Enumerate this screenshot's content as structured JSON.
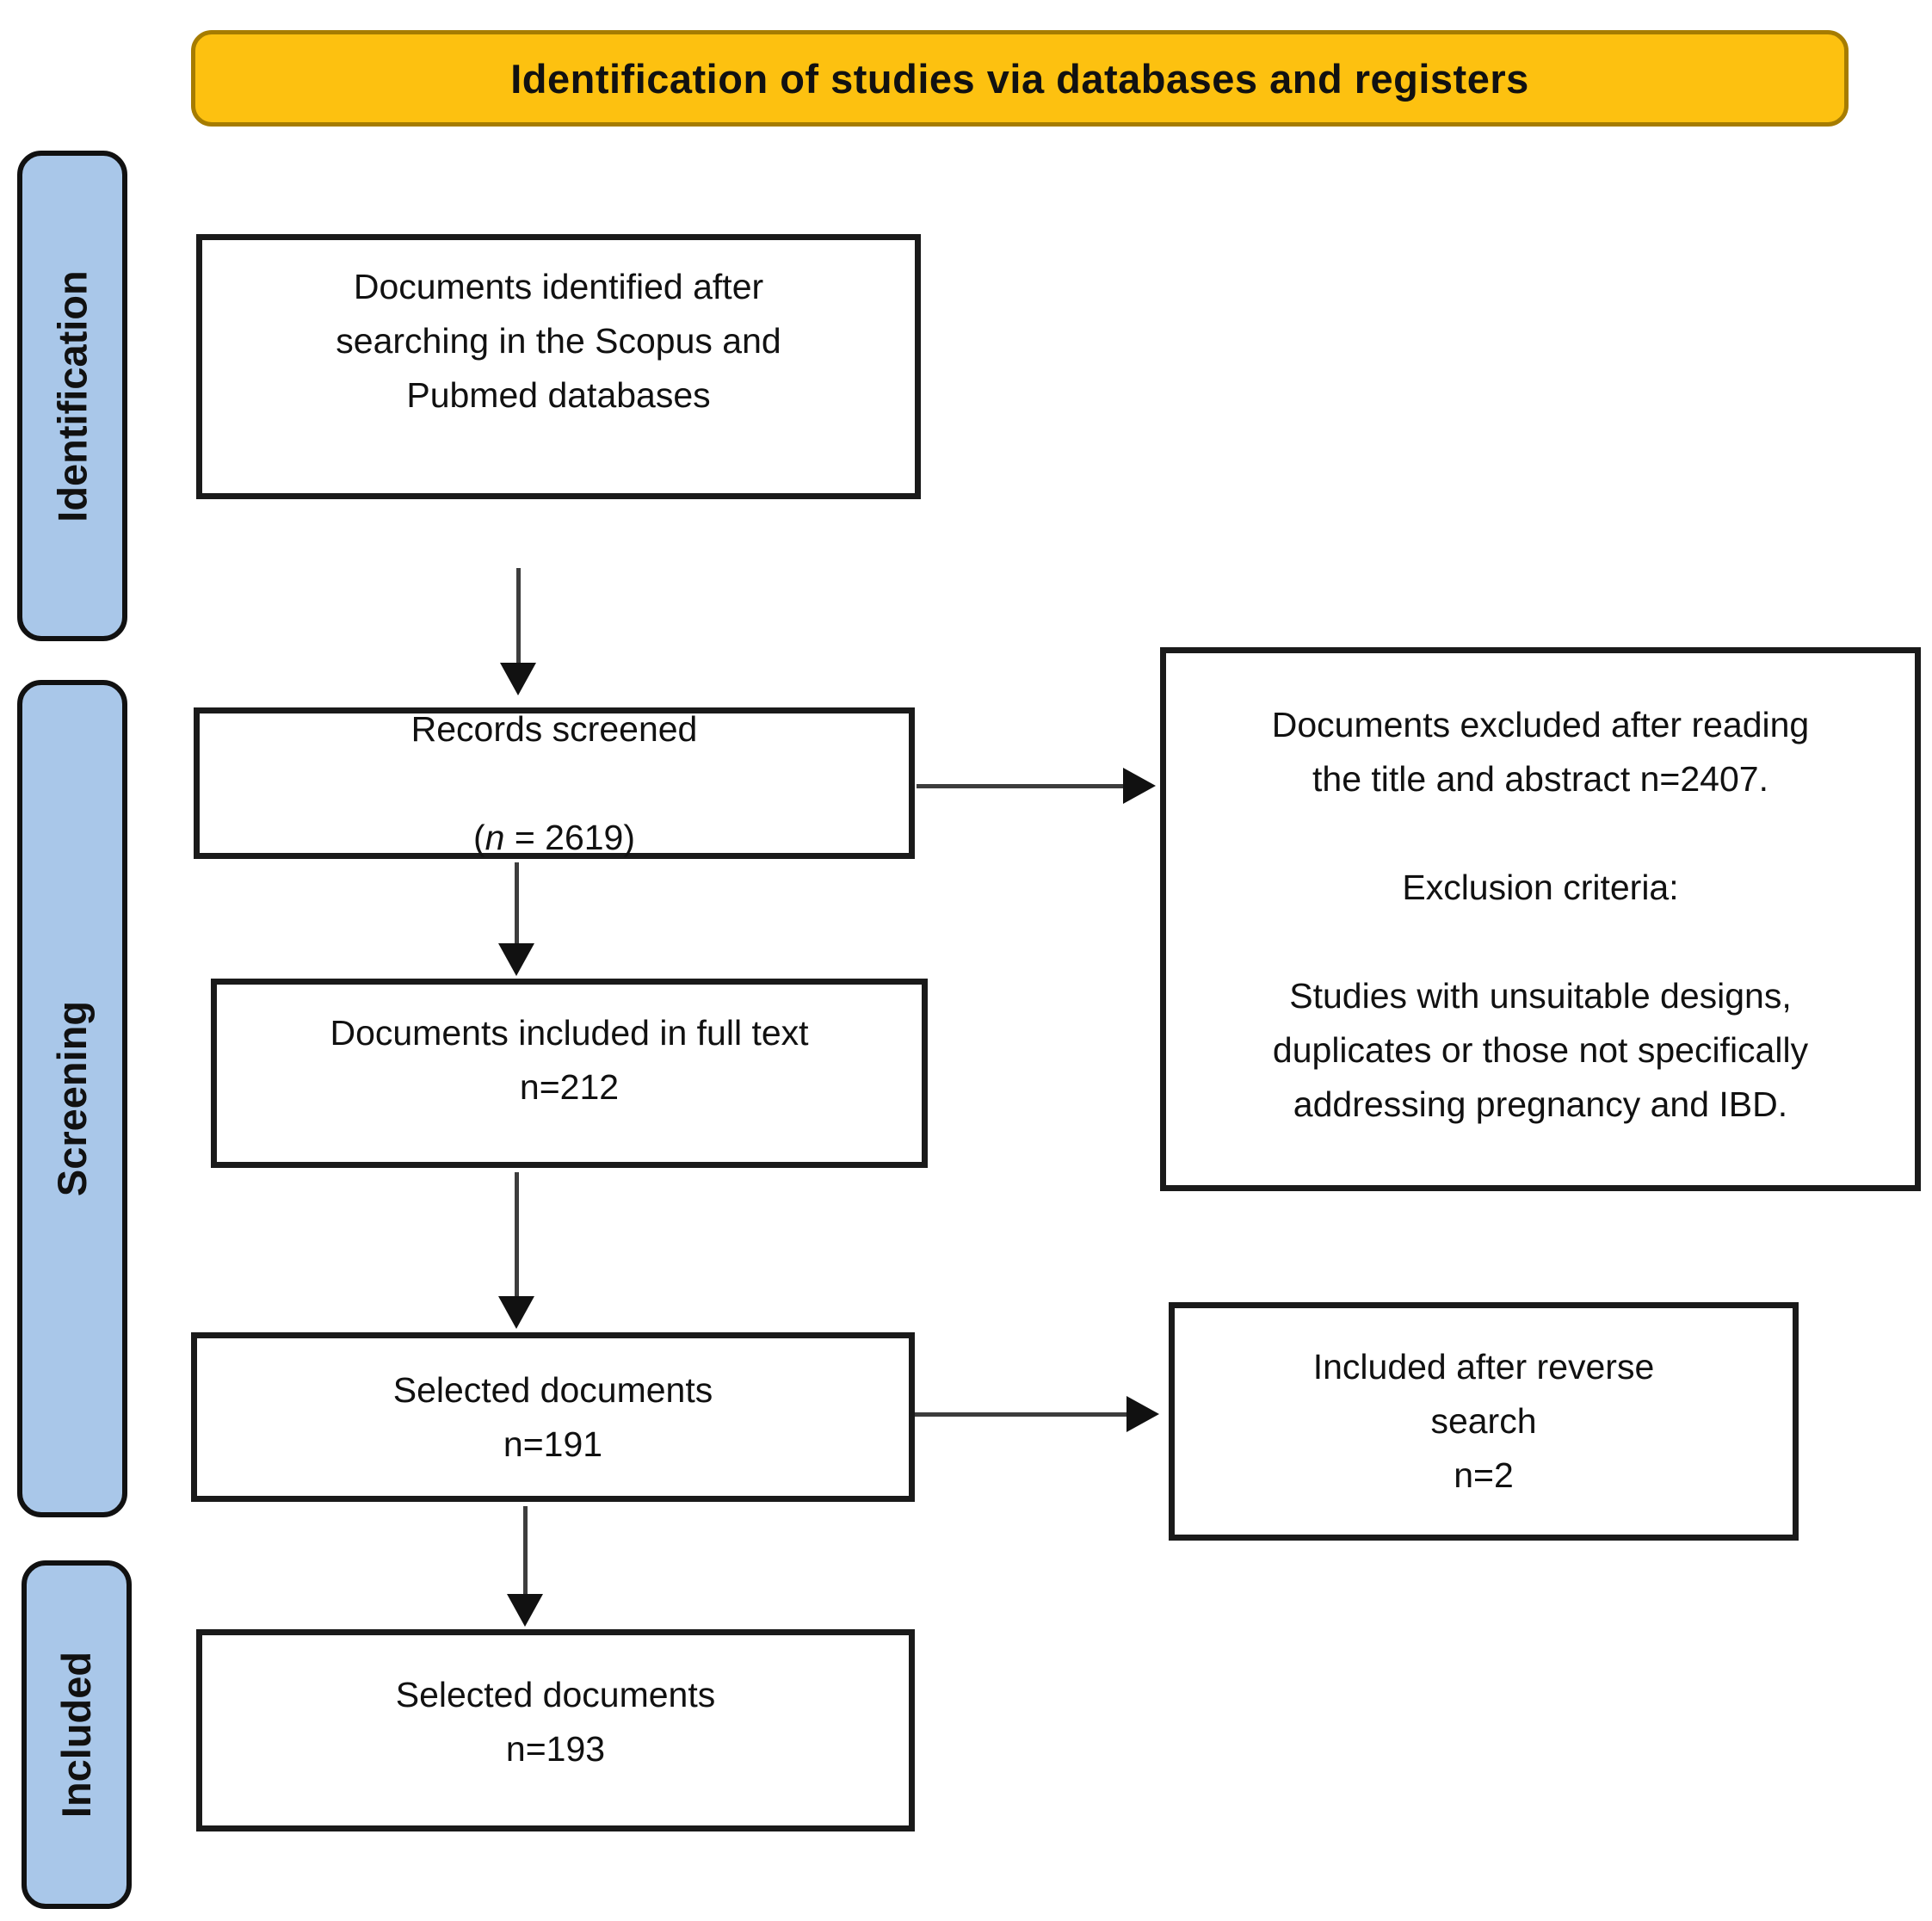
{
  "banner": {
    "title": "Identification of studies via databases and registers"
  },
  "stages": [
    {
      "label": "Identification"
    },
    {
      "label": "Screening"
    },
    {
      "label": "Included"
    }
  ],
  "flow": {
    "identified": {
      "lines": [
        "Documents identified after",
        "searching in the Scopus and",
        "Pubmed databases"
      ]
    },
    "screened": {
      "line1": "Records screened",
      "count_prefix": "(",
      "count_n": "n",
      "count_suffix": " = 2619)"
    },
    "fulltext": {
      "lines": [
        "Documents included in full text",
        "n=212"
      ]
    },
    "selected": {
      "lines": [
        "Selected documents",
        "n=191"
      ]
    },
    "final": {
      "lines": [
        "Selected documents",
        "n=193"
      ]
    }
  },
  "side": {
    "excluded": {
      "lines": [
        "Documents excluded after reading",
        "the title and abstract n=2407.",
        "",
        "Exclusion criteria:",
        "",
        "Studies with unsuitable designs,",
        "duplicates or those not specifically",
        "addressing pregnancy and IBD."
      ]
    },
    "reverse": {
      "lines": [
        "Included after reverse",
        "search",
        "n=2"
      ]
    }
  },
  "counts": {
    "records_screened": 2619,
    "excluded_title_abstract": 2407,
    "included_full_text": 212,
    "selected_documents": 191,
    "included_reverse_search": 2,
    "final_selected_documents": 193
  },
  "colors": {
    "banner_fill": "#FDC110",
    "banner_border": "#A67C00",
    "stage_fill": "#A9C7E9",
    "box_border": "#1A1A1A",
    "arrow": "#111111",
    "background": "#FFFFFF"
  }
}
